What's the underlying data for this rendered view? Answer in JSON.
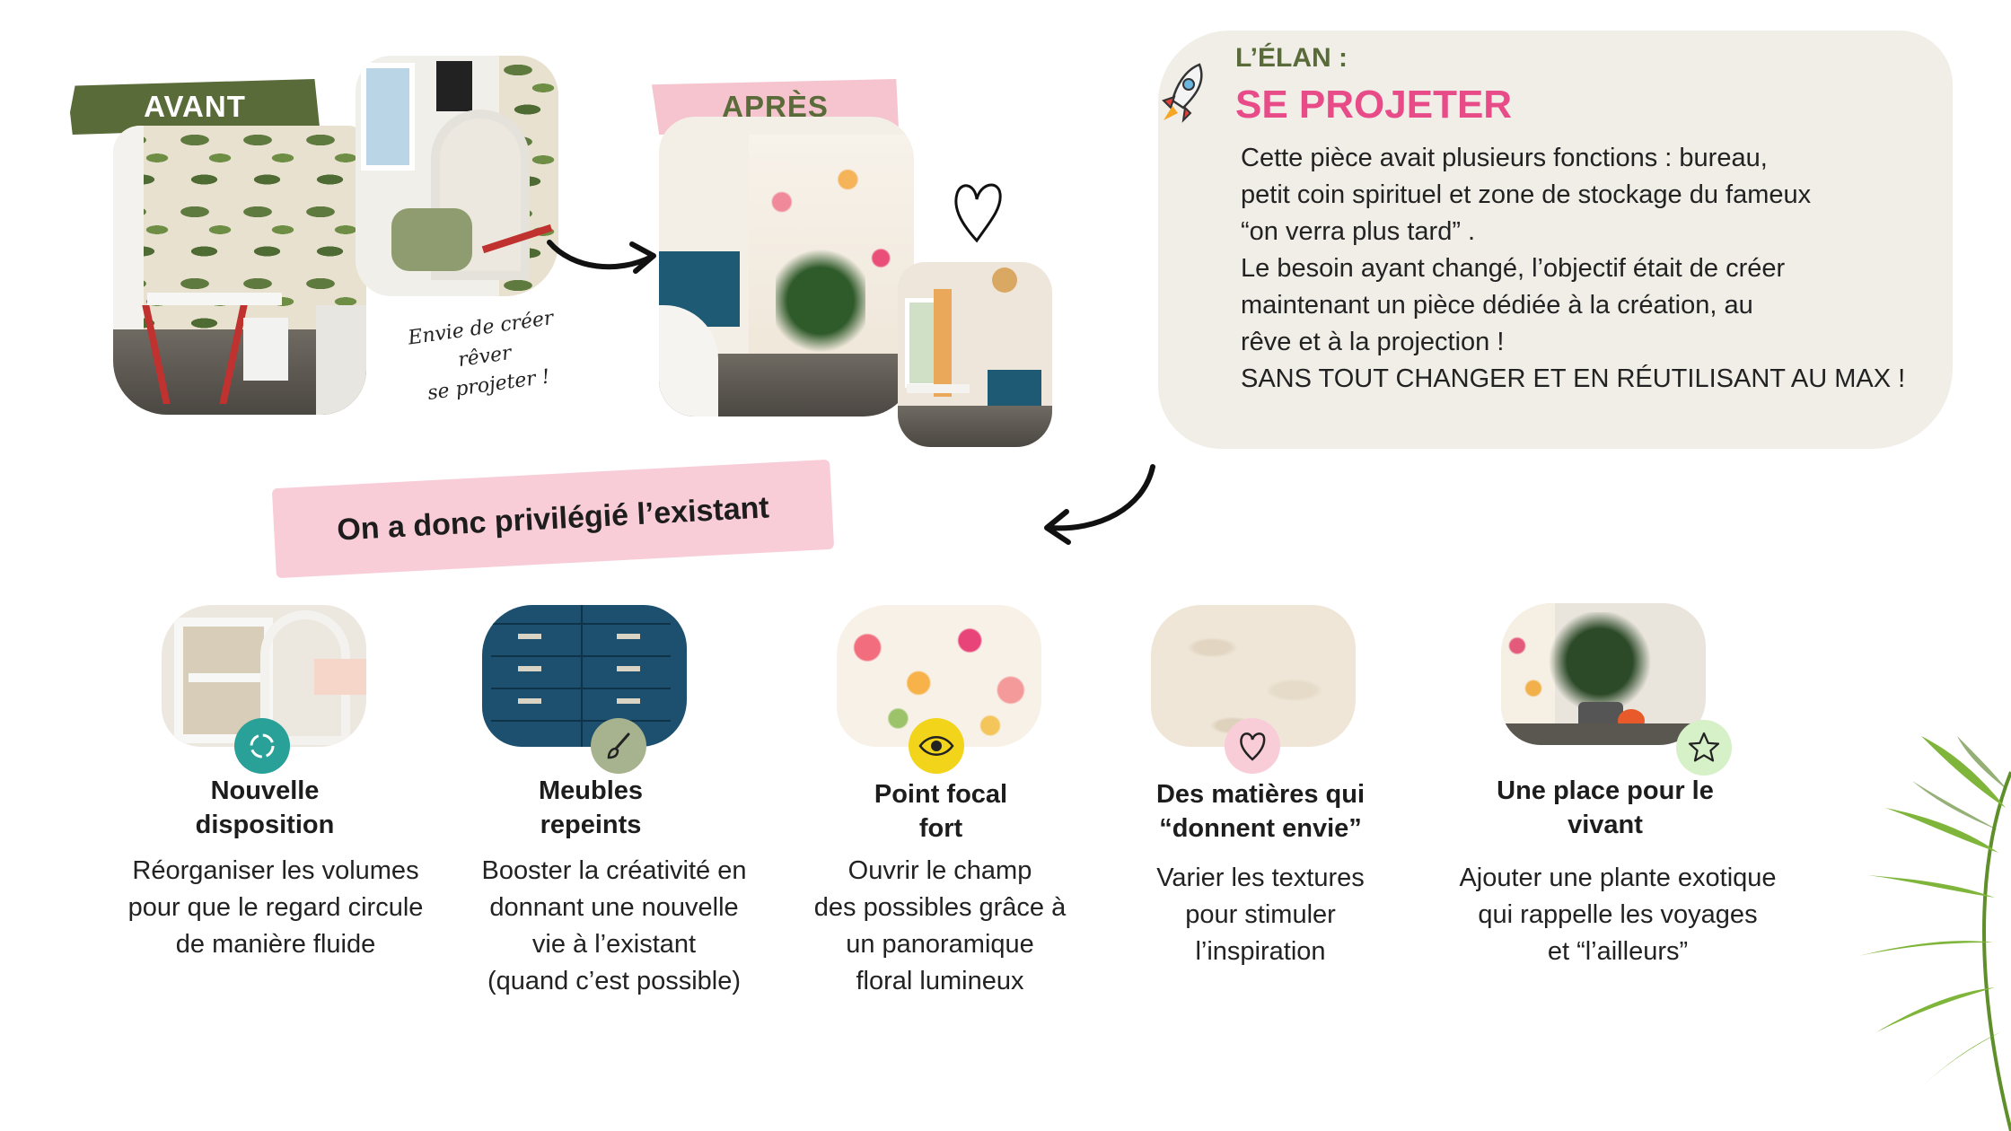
{
  "before": {
    "tag": "AVANT"
  },
  "after": {
    "tag": "APRÈS"
  },
  "note": {
    "lines": [
      "Envie de créer",
      "rêver",
      "se projeter !"
    ]
  },
  "panel": {
    "subtitle": "L’ÉLAN :",
    "title": "SE PROJETER",
    "body_lines": [
      "Cette pièce avait  plusieurs fonctions : bureau,",
      "petit coin spirituel et zone de stockage du fameux",
      "“on verra plus tard” .",
      "Le besoin ayant changé, l’objectif était de créer",
      "maintenant un pièce dédiée à la création, au",
      "rêve et à la projection !",
      "SANS TOUT CHANGER ET EN RÉUTILISANT AU MAX !"
    ]
  },
  "banner": {
    "text": "On a  donc privilégié  l’existant"
  },
  "cards": [
    {
      "icon": "refresh-icon",
      "badge_color": "#2aa198",
      "title_lines": [
        "Nouvelle",
        "disposition"
      ],
      "text_lines": [
        "Réorganiser les volumes",
        "pour que le regard circule",
        "de manière fluide"
      ]
    },
    {
      "icon": "brush-icon",
      "badge_color": "#a6b38e",
      "title_lines": [
        "Meubles",
        "repeints"
      ],
      "text_lines": [
        "Booster la créativité en",
        "donnant une nouvelle",
        "vie à l’existant",
        "(quand c’est possible)"
      ]
    },
    {
      "icon": "eye-icon",
      "badge_color": "#f2d41b",
      "title_lines": [
        "Point focal",
        "fort"
      ],
      "text_lines": [
        "Ouvrir le champ",
        "des possibles grâce à",
        "un panoramique",
        "floral lumineux"
      ]
    },
    {
      "icon": "heart-icon",
      "badge_color": "#f8cdd8",
      "title_lines": [
        "Des matières qui",
        "“donnent envie”"
      ],
      "text_lines": [
        "Varier les textures",
        "pour stimuler",
        "l’inspiration"
      ]
    },
    {
      "icon": "star-icon",
      "badge_color": "#d6f0c8",
      "title_lines": [
        "Une place pour le",
        "vivant"
      ],
      "text_lines": [
        "Ajouter une plante exotique",
        "qui rappelle les voyages",
        "et “l’ailleurs”"
      ]
    }
  ],
  "colors": {
    "olive": "#5a6b3a",
    "pink": "#e84c88",
    "blush": "#f8cdd8",
    "panel": "#f1eee8"
  }
}
